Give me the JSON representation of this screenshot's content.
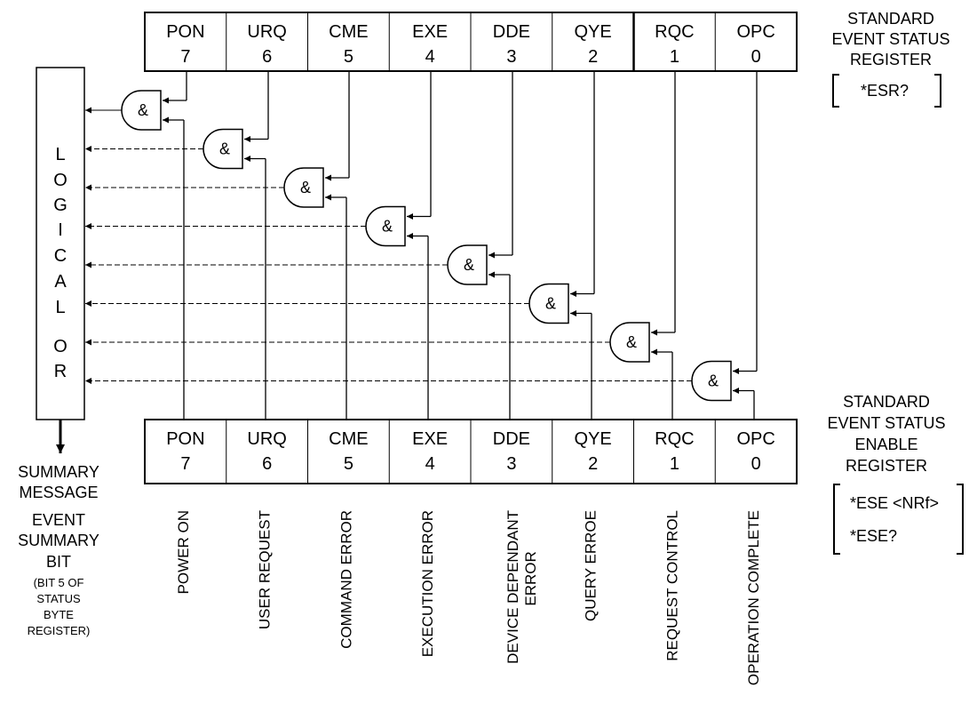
{
  "esr": {
    "bits": [
      {
        "mnemonic": "PON",
        "number": "7"
      },
      {
        "mnemonic": "URQ",
        "number": "6"
      },
      {
        "mnemonic": "CME",
        "number": "5"
      },
      {
        "mnemonic": "EXE",
        "number": "4"
      },
      {
        "mnemonic": "DDE",
        "number": "3"
      },
      {
        "mnemonic": "QYE",
        "number": "2"
      },
      {
        "mnemonic": "RQC",
        "number": "1"
      },
      {
        "mnemonic": "OPC",
        "number": "0"
      }
    ],
    "title_lines": [
      "STANDARD",
      "EVENT STATUS",
      "REGISTER"
    ],
    "query": "*ESR?"
  },
  "ese": {
    "bits": [
      {
        "mnemonic": "PON",
        "number": "7"
      },
      {
        "mnemonic": "URQ",
        "number": "6"
      },
      {
        "mnemonic": "CME",
        "number": "5"
      },
      {
        "mnemonic": "EXE",
        "number": "4"
      },
      {
        "mnemonic": "DDE",
        "number": "3"
      },
      {
        "mnemonic": "QYE",
        "number": "2"
      },
      {
        "mnemonic": "RQC",
        "number": "1"
      },
      {
        "mnemonic": "OPC",
        "number": "0"
      }
    ],
    "title_lines": [
      "STANDARD",
      "EVENT STATUS",
      "ENABLE",
      "REGISTER"
    ],
    "commands": [
      "*ESE <NRf>",
      "*ESE?"
    ]
  },
  "gate_symbol": "&",
  "logical_or": {
    "letters": [
      "L",
      "O",
      "G",
      "I",
      "C",
      "A",
      "L",
      "O",
      "R"
    ]
  },
  "summary": {
    "message_lines": [
      "SUMMARY",
      "MESSAGE"
    ],
    "event_lines": [
      "EVENT",
      "SUMMARY",
      "BIT"
    ],
    "note_lines": [
      "(BIT 5 OF",
      "STATUS",
      "BYTE",
      "REGISTER)"
    ]
  },
  "bit_descriptions": [
    [
      "POWER ON"
    ],
    [
      "USER REQUEST"
    ],
    [
      "COMMAND ERROR"
    ],
    [
      "EXECUTION ERROR"
    ],
    [
      "DEVICE DEPENDANT",
      "ERROR"
    ],
    [
      "QUERY ERROE"
    ],
    [
      "REQUEST CONTROL"
    ],
    [
      "OPERATION COMPLETE"
    ]
  ]
}
